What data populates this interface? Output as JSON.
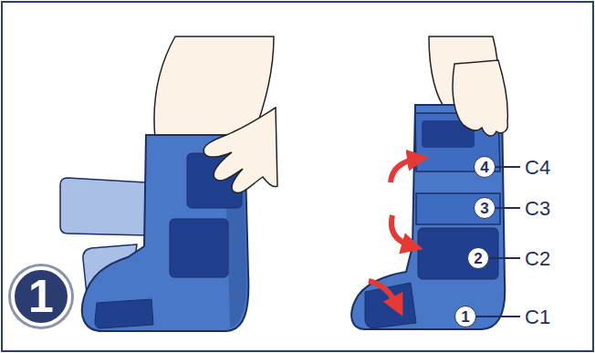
{
  "diagram": {
    "nodes": [
      {
        "text": [
          "1"
        ]
      },
      {
        "text": [
          "4"
        ]
      },
      {
        "text": [
          "3"
        ]
      },
      {
        "text": [
          "2"
        ]
      },
      {
        "text": [
          "1"
        ]
      }
    ],
    "labels": [
      "C4",
      "C3",
      "C2",
      "C1"
    ]
  }
}
